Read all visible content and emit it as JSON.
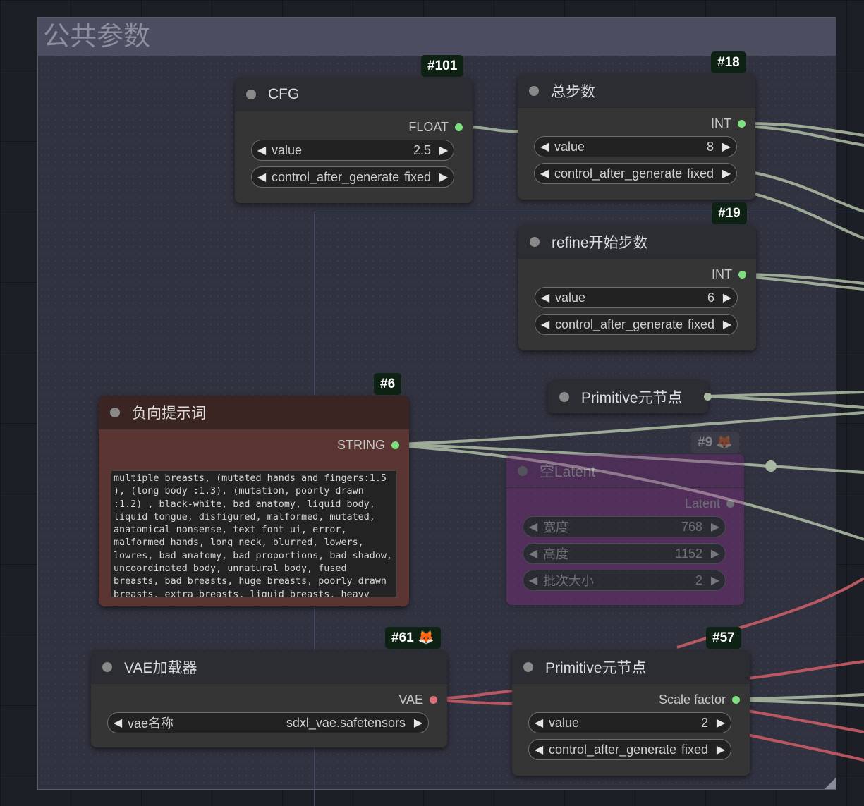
{
  "group": {
    "title": "公共参数"
  },
  "nodes": {
    "cfg": {
      "badge": "#101",
      "title": "CFG",
      "output": "FLOAT",
      "widgets": [
        {
          "label": "value",
          "value": "2.5"
        },
        {
          "label": "control_after_generate",
          "value": "fixed"
        }
      ]
    },
    "total_steps": {
      "badge": "#18",
      "title": "总步数",
      "output": "INT",
      "widgets": [
        {
          "label": "value",
          "value": "8"
        },
        {
          "label": "control_after_generate",
          "value": "fixed"
        }
      ]
    },
    "refine_start": {
      "badge": "#19",
      "title": "refine开始步数",
      "output": "INT",
      "widgets": [
        {
          "label": "value",
          "value": "6"
        },
        {
          "label": "control_after_generate",
          "value": "fixed"
        }
      ]
    },
    "primitive_collapsed": {
      "title": "Primitive元节点"
    },
    "negative_prompt": {
      "badge": "#6",
      "title": "负向提示词",
      "output": "STRING",
      "text": "multiple breasts, (mutated hands and fingers:1.5 ), (long body :1.3), (mutation, poorly drawn :1.2) , black-white, bad anatomy, liquid body, liquid tongue, disfigured, malformed, mutated, anatomical nonsense, text font ui, error, malformed hands, long neck, blurred, lowers, lowres, bad anatomy, bad proportions, bad shadow, uncoordinated body, unnatural body, fused breasts, bad breasts, huge breasts, poorly drawn breasts, extra breasts, liquid breasts, heavy"
    },
    "empty_latent": {
      "badge": "#9",
      "title": "空Latent",
      "output": "Latent",
      "widgets": [
        {
          "label": "宽度",
          "value": "768"
        },
        {
          "label": "高度",
          "value": "1152"
        },
        {
          "label": "批次大小",
          "value": "2"
        }
      ]
    },
    "vae_loader": {
      "badge": "#61",
      "title": "VAE加载器",
      "output": "VAE",
      "widgets": [
        {
          "label": "vae名称",
          "value": "sdxl_vae.safetensors"
        }
      ]
    },
    "primitive_scale": {
      "badge": "#57",
      "title": "Primitive元节点",
      "output": "Scale factor",
      "widgets": [
        {
          "label": "value",
          "value": "2"
        },
        {
          "label": "control_after_generate",
          "value": "fixed"
        }
      ]
    }
  },
  "colors": {
    "int_wire": "#a9b8a0",
    "vae_wire": "#c95d66",
    "latent_node": "#8b2f8d",
    "prompt_node": "#5a3532",
    "badge_bg": "#0e2214"
  },
  "icons": {
    "badge_extra": "fox-icon"
  }
}
